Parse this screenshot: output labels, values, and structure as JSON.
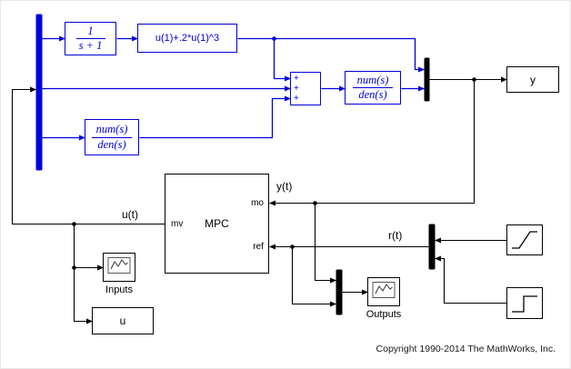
{
  "window": {
    "copyright": "Copyright 1990-2014 The MathWorks, Inc."
  },
  "colors": {
    "highlight_blue": "#0000dd",
    "line_black": "#000000",
    "canvas_bg": "#ffffff"
  },
  "blocks": {
    "transfer_fcn_1": {
      "numerator": "1",
      "denominator": "s + 1"
    },
    "fcn": {
      "expression": "u(1)+.2*u(1)^3"
    },
    "sum": {
      "sign_1": "+",
      "sign_2": "+",
      "sign_3": "+"
    },
    "transfer_fcn_2": {
      "numerator": "num(s)",
      "denominator": "den(s)"
    },
    "transfer_fcn_3": {
      "numerator": "num(s)",
      "denominator": "den(s)"
    },
    "mpc": {
      "name": "MPC",
      "port_mo": "mo",
      "port_ref": "ref",
      "port_mv": "mv"
    },
    "outport_y": {
      "name": "y"
    },
    "outport_u": {
      "name": "u"
    },
    "scope_inputs": {
      "caption": "Inputs"
    },
    "scope_outputs": {
      "caption": "Outputs"
    }
  },
  "signal_labels": {
    "u": "u(t)",
    "y": "y(t)",
    "r": "r(t)"
  }
}
